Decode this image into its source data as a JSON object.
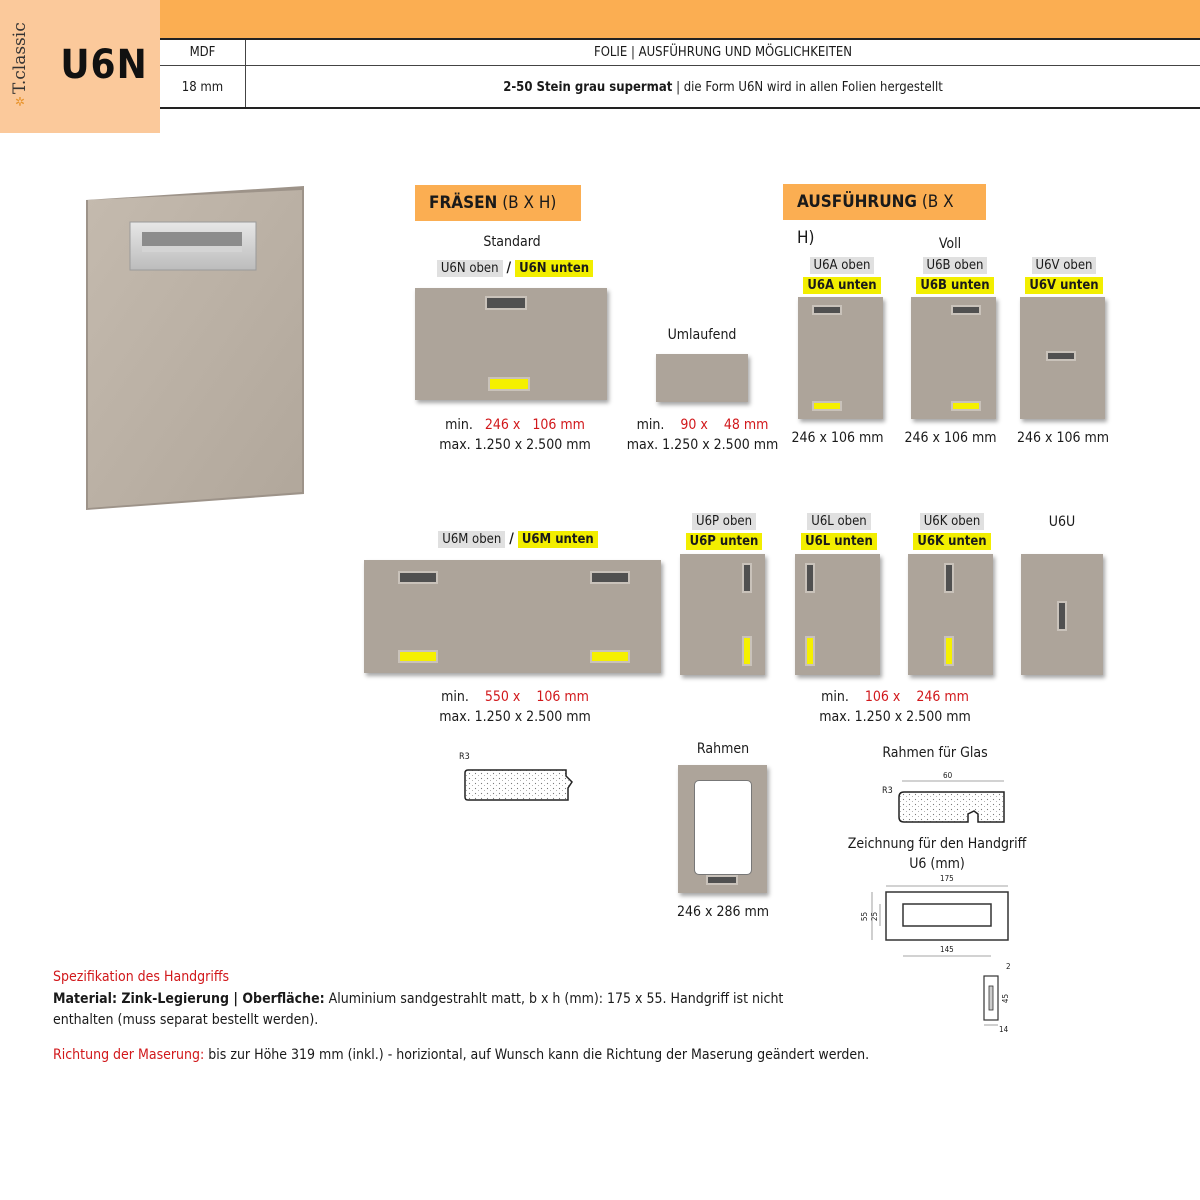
{
  "header": {
    "brand": "T.classic",
    "model": "U6N",
    "col1_head": "MDF",
    "col2_head": "FOLIE | AUSFÜHRUNG UND MÖGLICHKEITEN",
    "col1_value": "18 mm",
    "col2_value_bold": "2-50 Stein grau supermat",
    "col2_value_rest": " | die Form U6N wird in allen Folien hergestellt"
  },
  "sections": {
    "fraesen_label": "FRÄSEN",
    "fraesen_suffix": " (B X H)",
    "ausfuehrung_label": "AUSFÜHRUNG",
    "ausfuehrung_suffix": " (B X H)"
  },
  "fraesen": {
    "standard_title": "Standard",
    "standard_top": "U6N oben",
    "standard_sep": "/",
    "standard_bottom": "U6N unten",
    "standard_min_label": "min.",
    "standard_min_w": "246 x",
    "standard_min_h": "106 mm",
    "standard_max": "max. 1.250 x 2.500 mm",
    "umlaufend_title": "Umlaufend",
    "umlaufend_min_label": "min.",
    "umlaufend_min_w": "90 x",
    "umlaufend_min_h": "48 mm",
    "umlaufend_max": "max. 1.250 x 2.500 mm"
  },
  "ausfuehrung": {
    "voll_title": "Voll",
    "a_top": "U6A oben",
    "a_bottom": "U6A unten",
    "a_dim": "246 x 106 mm",
    "b_top": "U6B oben",
    "b_bottom": "U6B unten",
    "b_dim": "246 x 106 mm",
    "v_top": "U6V oben",
    "v_bottom": "U6V unten",
    "v_dim": "246 x 106 mm"
  },
  "row2": {
    "m_top": "U6M oben",
    "m_sep": "/",
    "m_bottom": "U6M unten",
    "m_min_label": "min.",
    "m_min_w": "550 x",
    "m_min_h": "106 mm",
    "m_max": "max. 1.250 x 2.500 mm",
    "p_top": "U6P oben",
    "p_bottom": "U6P unten",
    "l_top": "U6L oben",
    "l_bottom": "U6L unten",
    "k_top": "U6K oben",
    "k_bottom": "U6K unten",
    "u_label": "U6U",
    "plk_min_label": "min.",
    "plk_min_w": "106 x",
    "plk_min_h": "246 mm",
    "plk_max": "max. 1.250 x 2.500 mm"
  },
  "profiles": {
    "r3_label": "R3",
    "rahmen_title": "Rahmen",
    "rahmen_dim": "246 x 286 mm",
    "glas_title": "Rahmen für Glas",
    "glas_r3": "R3",
    "glas_60": "60",
    "zeichnung_title_line1": "Zeichnung für den Handgriff",
    "zeichnung_title_line2": "U6 (mm)",
    "dim_175": "175",
    "dim_145": "145",
    "dim_55": "55",
    "dim_25": "25",
    "dim_2": "2",
    "dim_45": "45",
    "dim_14": "14"
  },
  "spec": {
    "title": "Spezifikation des Handgriffs",
    "material_label": "Material: Zink-Legierung | Oberfläche:",
    "material_text": " Aluminium sandgestrahlt matt, b x h (mm): 175 x 55. Handgriff ist nicht",
    "material_text2": "enthalten (muss separat bestellt werden).",
    "grain_label": "Richtung der Maserung:",
    "grain_text": " bis zur Höhe 319 mm (inkl.) - horiziontal, auf Wunsch kann die Richtung der Maserung geändert werden."
  },
  "colors": {
    "orange": "#fbae52",
    "peach": "#fbc99b",
    "panel": "#ada49a",
    "highlight": "#f5f000",
    "red": "#d1181b"
  }
}
